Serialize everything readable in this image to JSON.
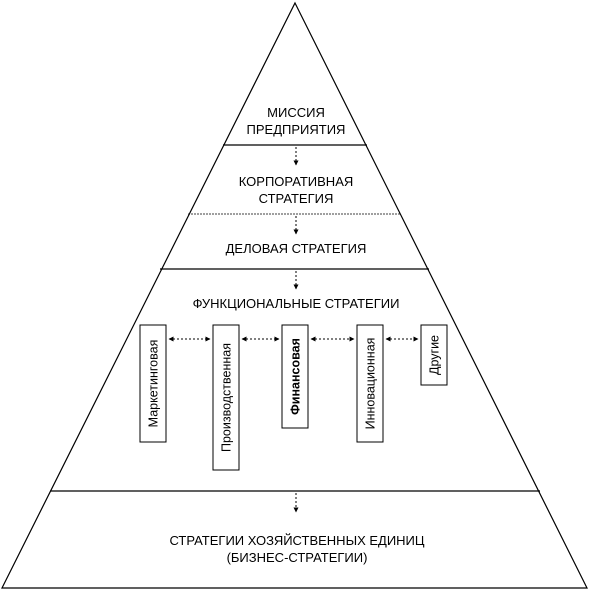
{
  "pyramid": {
    "levels": [
      {
        "id": "mission",
        "lines": [
          "МИССИЯ",
          "ПРЕДПРИЯТИЯ"
        ]
      },
      {
        "id": "corporate",
        "lines": [
          "КОРПОРАТИВНАЯ",
          "СТРАТЕГИЯ"
        ]
      },
      {
        "id": "business",
        "lines": [
          "ДЕЛОВАЯ СТРАТЕГИЯ"
        ]
      },
      {
        "id": "functional",
        "lines": [
          "ФУНКЦИОНАЛЬНЫЕ СТРАТЕГИИ"
        ]
      },
      {
        "id": "units",
        "lines": [
          "СТРАТЕГИИ ХОЗЯЙСТВЕННЫХ ЕДИНИЦ",
          "(БИЗНЕС-СТРАТЕГИИ)"
        ]
      }
    ],
    "functional_boxes": [
      {
        "label": "Маркетинговая",
        "bold": false
      },
      {
        "label": "Производственная",
        "bold": false
      },
      {
        "label": "Финансовая",
        "bold": true
      },
      {
        "label": "Инновационная",
        "bold": false
      },
      {
        "label": "Другие",
        "bold": false
      }
    ]
  }
}
